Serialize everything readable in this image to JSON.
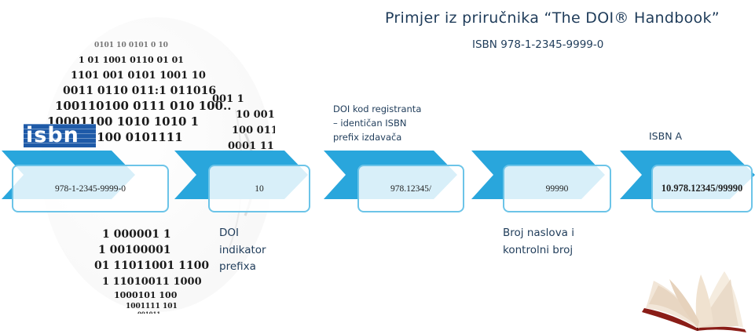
{
  "title": "Primjer iz priručnika “The DOI® Handbook”",
  "isbn_line": "ISBN 978-1-2345-9999-0",
  "logo": {
    "text": "isbn"
  },
  "steps": [
    {
      "value": "978-1-2345-9999-0"
    },
    {
      "value": "10"
    },
    {
      "value": "978.12345/"
    },
    {
      "value": "99990"
    },
    {
      "value": "10.978.12345/99990"
    }
  ],
  "labels": {
    "registrant": [
      "DOI kod registranta",
      "– identičan ISBN",
      "prefix izdavača"
    ],
    "isbn_a": "ISBN A",
    "doi_prefix": [
      "DOI",
      "indikator",
      "prefixa"
    ],
    "title_number": [
      "Broj naslova i",
      "kontrolni broj"
    ]
  },
  "colors": {
    "arrow": "#29a6dc",
    "box_border": "#6cc4e8",
    "text": "#1f3c5a",
    "logo": "#1e5aa8"
  }
}
